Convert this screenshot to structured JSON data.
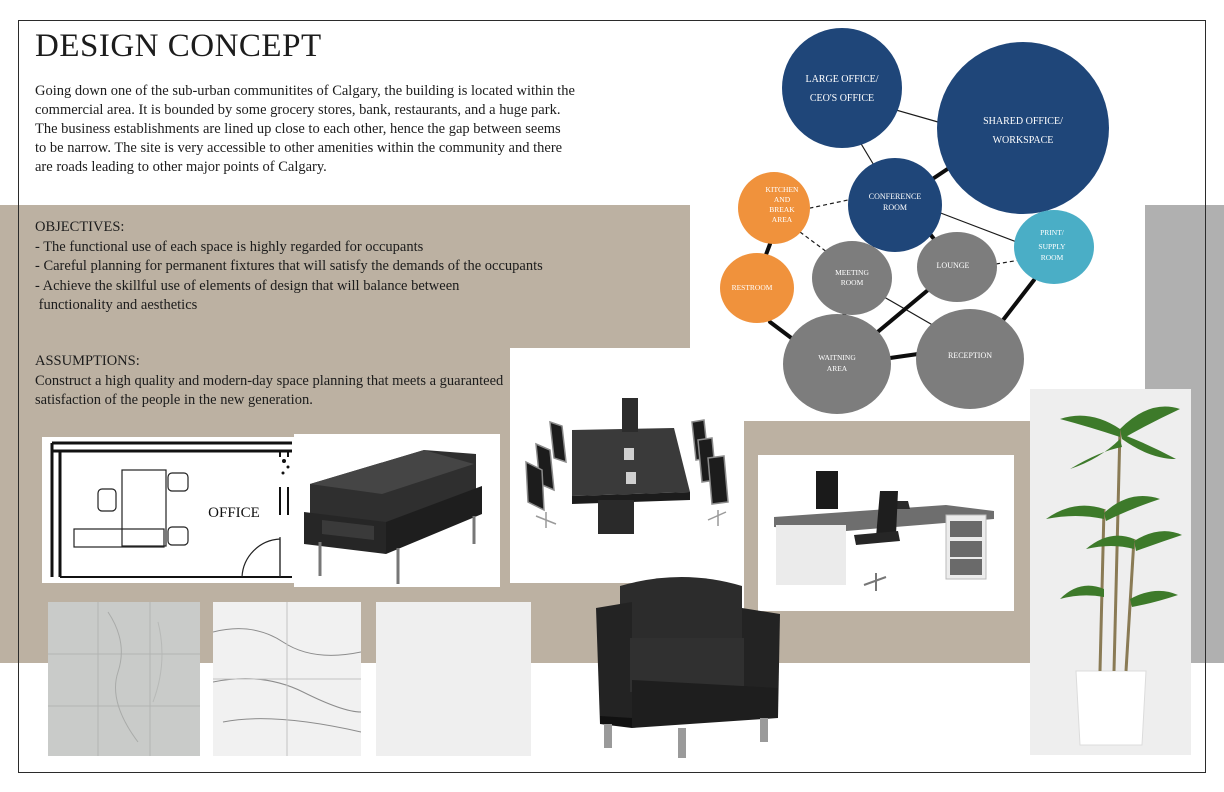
{
  "title": "DESIGN CONCEPT",
  "intro": "Going down one of the sub-urban communitites of Calgary, the building is located within the commercial area. It is bounded by some grocery stores, bank, restaurants, and a huge park. The business establishments are lined up close to each other, hence the gap between seems to be narrow. The site is very accessible to other amenities within the community and there are roads leading to other major points of Calgary.",
  "objectives": {
    "heading": "OBJECTIVES:",
    "items": [
      "- The functional use of each space is highly regarded for occupants",
      "- Careful planning for permanent fixtures that will satisfy the demands of the occupants",
      "- Achieve the skillful use of elements of design that will balance between",
      " functionality and aesthetics"
    ]
  },
  "assumptions": {
    "heading": "ASSUMPTIONS:",
    "text": "Construct a high quality and modern-day space planning that meets a guaranteed satisfaction of the people in the new generation."
  },
  "floorplan": {
    "label": "OFFICE"
  },
  "colors": {
    "band": "#bcb1a2",
    "navy": "#1f4679",
    "gray": "#7d7d7d",
    "orange": "#f0923c",
    "teal": "#4aaec6"
  },
  "bubbles": {
    "large_office": [
      "LARGE OFFICE/",
      "CEO'S OFFICE"
    ],
    "shared_office": [
      "SHARED OFFICE/",
      "WORKSPACE"
    ],
    "conference": [
      "CONFERENCE",
      "ROOM"
    ],
    "kitchen": [
      "KITCHEN",
      "AND",
      "BREAK",
      "AREA"
    ],
    "print": [
      "PRINT/",
      "SUPPLY",
      "ROOM"
    ],
    "meeting": [
      "MEETING",
      "ROOM"
    ],
    "lounge": [
      "LOUNGE"
    ],
    "restroom": [
      "RESTROOM"
    ],
    "waiting": [
      "WAITNING",
      "AREA"
    ],
    "reception": [
      "RECEPTION"
    ]
  }
}
